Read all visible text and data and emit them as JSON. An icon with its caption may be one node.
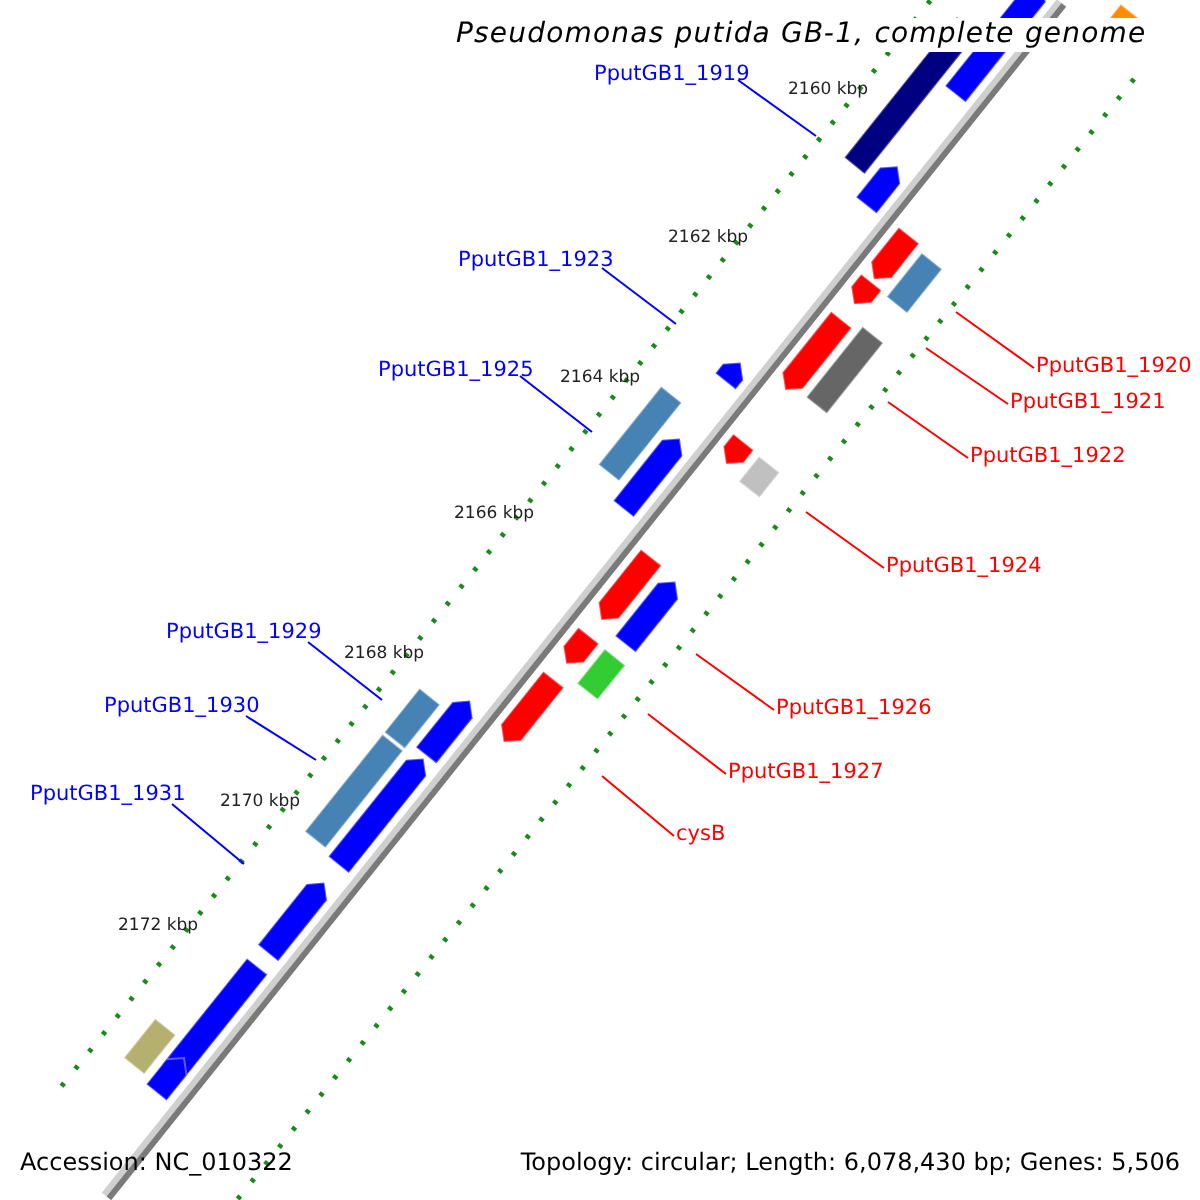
{
  "diagram": {
    "title": "Pseudomonas putida GB-1, complete genome",
    "nodes": [
      {
        "text": [
          "PputGB1_1919"
        ]
      },
      {
        "text": [
          "PputGB1_1923"
        ]
      },
      {
        "text": [
          "PputGB1_1925"
        ]
      },
      {
        "text": [
          "PputGB1_1929"
        ]
      },
      {
        "text": [
          "PputGB1_1930"
        ]
      },
      {
        "text": [
          "PputGB1_1931"
        ]
      },
      {
        "text": [
          "PputGB1_1920"
        ]
      },
      {
        "text": [
          "PputGB1_1921"
        ]
      },
      {
        "text": [
          "PputGB1_1922"
        ]
      },
      {
        "text": [
          "PputGB1_1924"
        ]
      },
      {
        "text": [
          "PputGB1_1926"
        ]
      },
      {
        "text": [
          "PputGB1_1927"
        ]
      },
      {
        "text": [
          "cysB"
        ]
      }
    ],
    "edges": [
      {
        "from": 0,
        "to": null,
        "arrow": "none",
        "color": "#0000ff"
      },
      {
        "from": 1,
        "to": null,
        "arrow": "none",
        "color": "#0000ff"
      },
      {
        "from": 2,
        "to": null,
        "arrow": "none",
        "color": "#0000ff"
      },
      {
        "from": 3,
        "to": null,
        "arrow": "none",
        "color": "#0000ff"
      },
      {
        "from": 4,
        "to": null,
        "arrow": "none",
        "color": "#0000ff"
      },
      {
        "from": 5,
        "to": null,
        "arrow": "none",
        "color": "#0000ff"
      },
      {
        "from": 6,
        "to": null,
        "arrow": "none"
      },
      {
        "from": 7,
        "to": null,
        "arrow": "none"
      },
      {
        "from": 8,
        "to": null,
        "arrow": "none"
      },
      {
        "from": 9,
        "to": null,
        "arrow": "none"
      },
      {
        "from": 10,
        "to": null,
        "arrow": "none"
      },
      {
        "from": 11,
        "to": null,
        "arrow": "none"
      },
      {
        "from": 12,
        "to": null,
        "arrow": "none"
      }
    ],
    "labels": [
      "2160 kbp",
      "2162 kbp",
      "2164 kbp",
      "2166 kbp",
      "2168 kbp",
      "2170 kbp",
      "2172 kbp",
      "Accession: NC_010322",
      "Topology: circular; Length: 6,078,430 bp; Genes: 5,506"
    ]
  }
}
